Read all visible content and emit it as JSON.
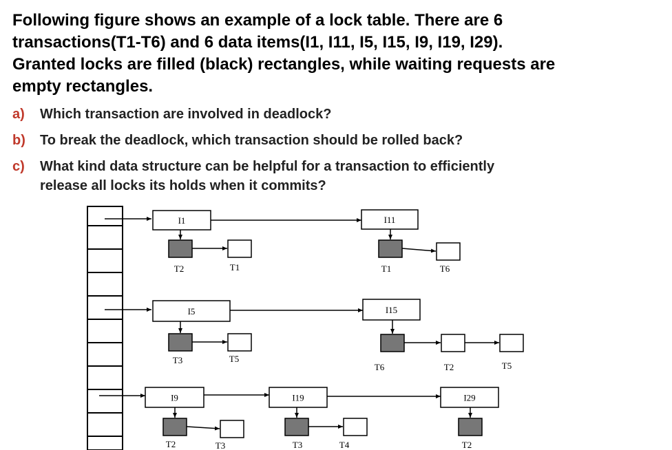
{
  "intro_lines": [
    "Following figure shows an example of a lock table. There are 6",
    "transactions(T1-T6) and 6 data items(I1, I11, I5, I15, I9, I19, I29).",
    "Granted locks are filled (black) rectangles, while waiting requests are",
    "empty rectangles."
  ],
  "questions": [
    {
      "label": "a)",
      "lines": [
        "Which transaction are involved in deadlock?"
      ]
    },
    {
      "label": "b)",
      "lines": [
        "To break the deadlock, which transaction should be rolled back?"
      ]
    },
    {
      "label": "c)",
      "lines": [
        "What kind data structure can be helpful for a transaction to efficiently",
        "release all locks its holds when it commits?"
      ]
    }
  ],
  "diagram": {
    "colors": {
      "granted": "#777777",
      "waiting": "#ffffff",
      "line": "#000000"
    },
    "items": [
      {
        "name": "I1",
        "requests": [
          {
            "txn": "T2",
            "granted": true
          },
          {
            "txn": "T1",
            "granted": false
          }
        ]
      },
      {
        "name": "I11",
        "requests": [
          {
            "txn": "T1",
            "granted": true
          },
          {
            "txn": "T6",
            "granted": false
          }
        ]
      },
      {
        "name": "I5",
        "requests": [
          {
            "txn": "T3",
            "granted": true
          },
          {
            "txn": "T5",
            "granted": false
          }
        ]
      },
      {
        "name": "I15",
        "requests": [
          {
            "txn": "T6",
            "granted": true
          },
          {
            "txn": "T2",
            "granted": false
          },
          {
            "txn": "T5",
            "granted": false
          }
        ]
      },
      {
        "name": "I9",
        "requests": [
          {
            "txn": "T2",
            "granted": true
          },
          {
            "txn": "T3",
            "granted": false
          }
        ]
      },
      {
        "name": "I19",
        "requests": [
          {
            "txn": "T3",
            "granted": true
          },
          {
            "txn": "T4",
            "granted": false
          }
        ]
      },
      {
        "name": "I29",
        "requests": [
          {
            "txn": "T2",
            "granted": true
          }
        ]
      }
    ]
  }
}
